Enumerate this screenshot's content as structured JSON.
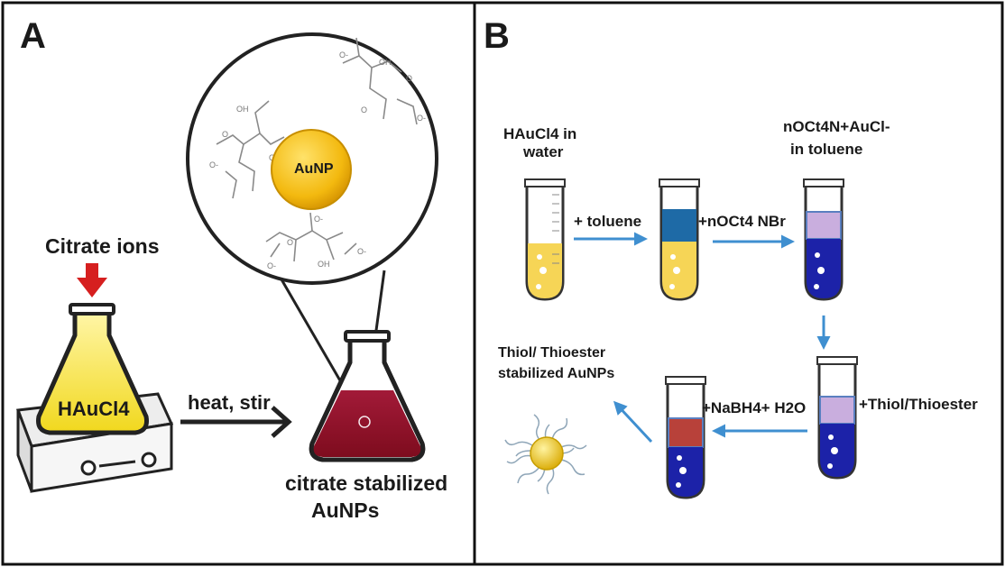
{
  "panels": {
    "a": {
      "label": "A",
      "citrate_ions": "Citrate ions",
      "flask_reagent": "HAuCl4",
      "heat_stir": "heat, stir",
      "product_line1": "citrate stabilized",
      "product_line2": "AuNPs",
      "nanoparticle_label": "AuNP",
      "citrate_oxygen": "O",
      "citrate_oxide": "O-",
      "citrate_hydroxyl": "OH"
    },
    "b": {
      "label": "B",
      "start_line1": "HAuCl4  in",
      "start_line2": "water",
      "step_toluene": "+ toluene",
      "step_surfactant": "+nOCt4 NBr",
      "transfer_line1": "nOCt4N+AuCl-",
      "transfer_line2": "in toluene",
      "step_thiol": "+Thiol/Thioester",
      "step_reduce": "+NaBH4+ H2O",
      "product_line1": "Thiol/ Thioester",
      "product_line2": "stabilized AuNPs"
    }
  },
  "colors": {
    "border": "#111111",
    "gold": "#f2c12e",
    "gold_light": "#fde37a",
    "wine": "#a3102a",
    "red_arrow": "#d61f1f",
    "blue_arrow": "#3f8fd0",
    "tube_blue": "#1c22a8",
    "toluene_blue": "#1e6aa6",
    "lavender": "#c9aede",
    "brick": "#b8413a"
  }
}
